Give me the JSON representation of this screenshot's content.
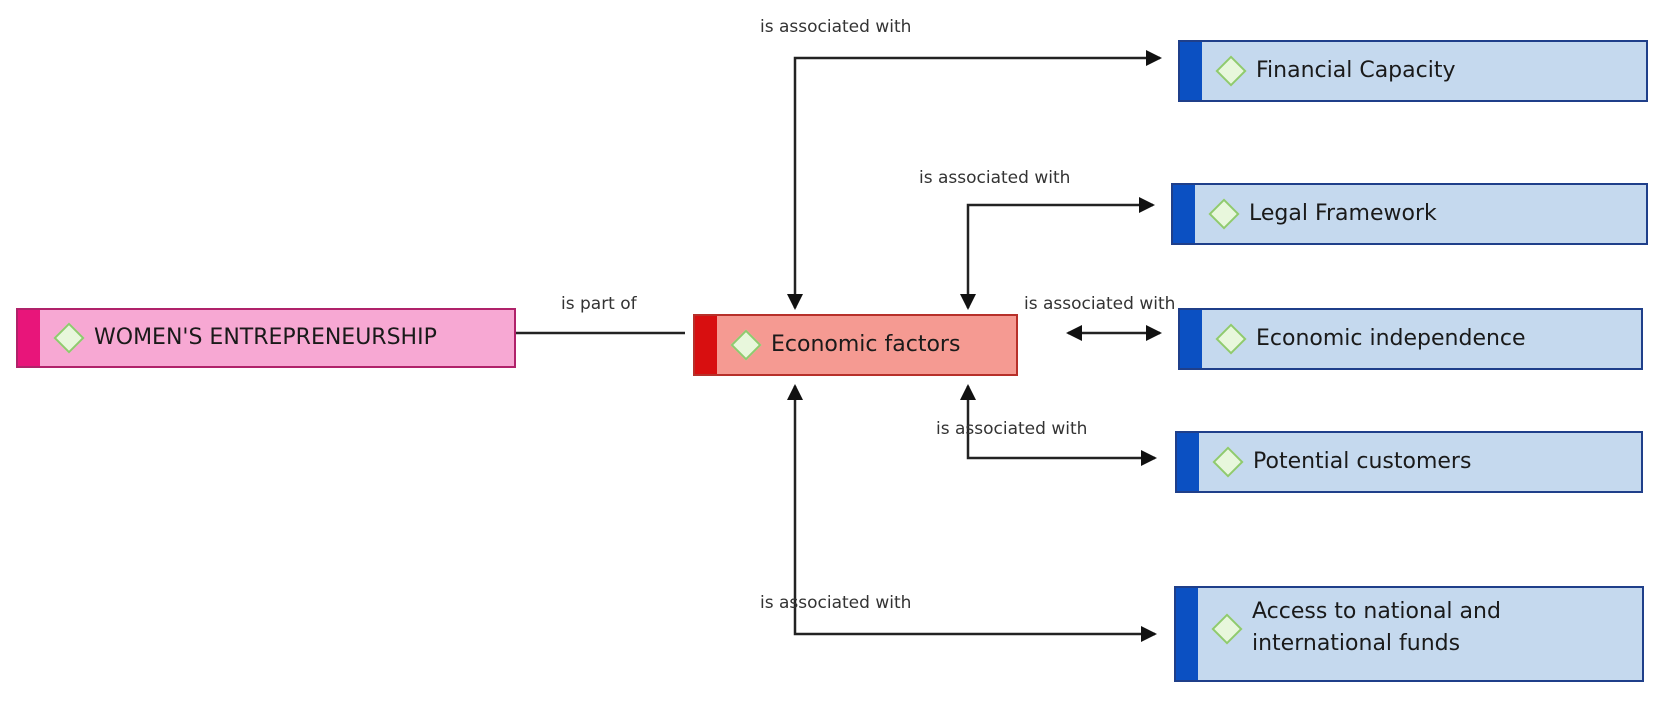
{
  "diagram": {
    "nodes": {
      "womens_entrepreneurship": "WOMEN'S ENTREPRENEURSHIP",
      "economic_factors": "Economic factors",
      "financial_capacity": "Financial Capacity",
      "legal_framework": "Legal Framework",
      "economic_independence": "Economic independence",
      "potential_customers": "Potential customers",
      "access_to_funds": "Access to national and international funds"
    },
    "edges": {
      "part_of": "is part of",
      "assoc_financial": "is associated with",
      "assoc_legal": "is associated with",
      "assoc_independence": "is associated with",
      "assoc_customers": "is associated with",
      "assoc_funds": "is associated with"
    },
    "colors": {
      "root": "#f7a8d3",
      "root_accent": "#e8157a",
      "center": "#f59a92",
      "center_accent": "#d80f10",
      "leaf": "#c5d9ee",
      "leaf_accent": "#0b50c2",
      "concept_icon": "#8fca6e"
    }
  }
}
